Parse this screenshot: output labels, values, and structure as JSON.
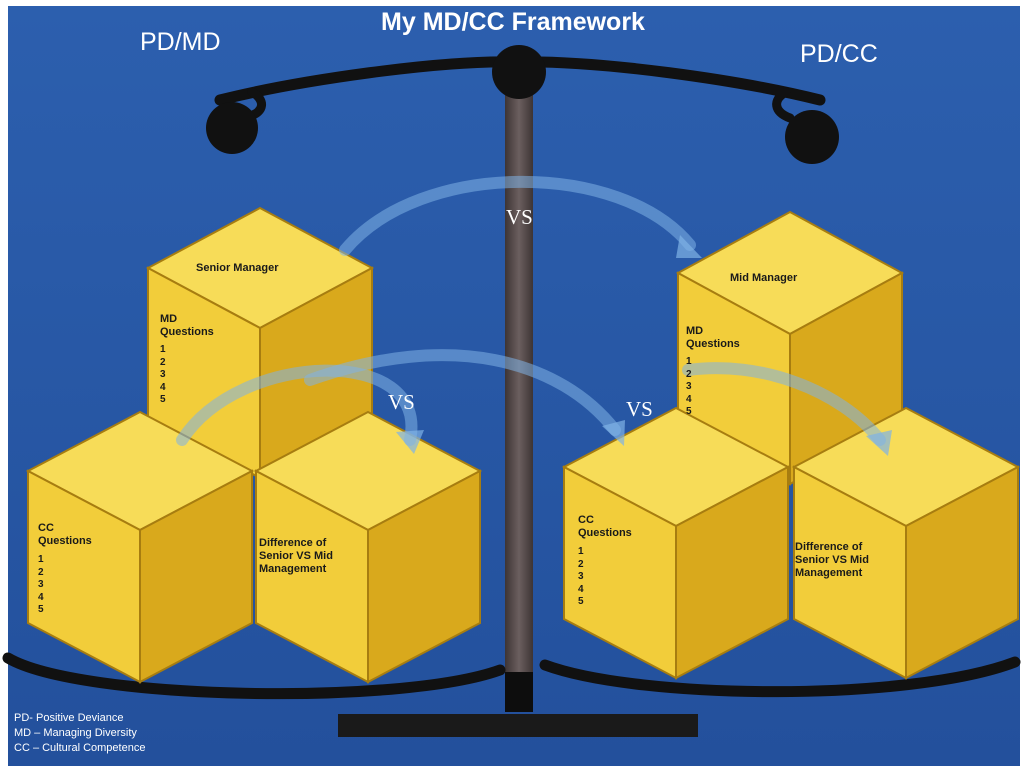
{
  "title": "My MD/CC Framework",
  "left_label": "PD/MD",
  "right_label": "PD/CC",
  "vs_labels": [
    "VS",
    "VS",
    "VS"
  ],
  "left": {
    "top_cube_label": "Senior Manager",
    "md_title": "MD\nQuestions",
    "md_items": [
      "1",
      "2",
      "3",
      "4",
      "5"
    ],
    "cc_title": "CC\nQuestions",
    "cc_items": [
      "1",
      "2",
      "3",
      "4",
      "5"
    ],
    "diff_label": "Difference of\nSenior VS Mid\nManagement"
  },
  "right": {
    "top_cube_label": "Mid Manager",
    "md_title": "MD\nQuestions",
    "md_items": [
      "1",
      "2",
      "3",
      "4",
      "5"
    ],
    "cc_title": "CC\nQuestions",
    "cc_items": [
      "1",
      "2",
      "3",
      "4",
      "5"
    ],
    "diff_label": "Difference of\nSenior VS Mid\nManagement"
  },
  "legend": [
    "PD- Positive Deviance",
    "MD – Managing Diversity",
    "CC – Cultural Competence"
  ],
  "colors": {
    "background": "#2a5aa8",
    "cube_face": "#f2cd3a",
    "cube_side": "#d9a91c",
    "cube_top": "#f7dc58",
    "scale": "#111111",
    "pole": "#5a4e4e",
    "arrow": "#7fb2e6"
  }
}
